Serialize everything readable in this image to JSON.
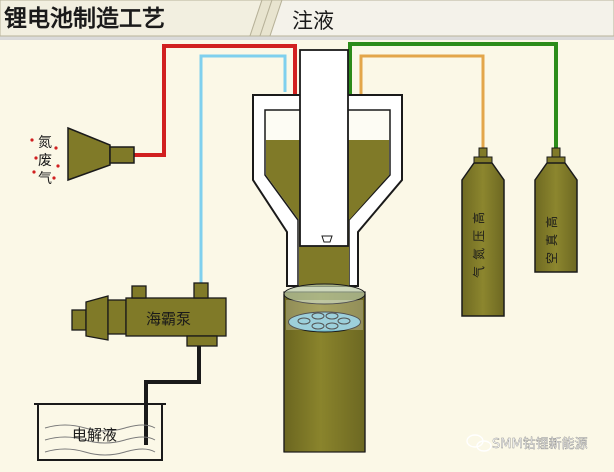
{
  "header": {
    "title": "锂电池制造工艺",
    "subtitle": "注液"
  },
  "labels": {
    "exhaust": [
      "氮",
      "废",
      "气"
    ],
    "pump": "海霸泵",
    "electrolyte": "电解液",
    "tank_nitrogen": [
      "高",
      "压",
      "氮",
      "气"
    ],
    "tank_vacuum": [
      "高",
      "真",
      "空"
    ]
  },
  "watermark": {
    "text": "SMM钴锂新能源"
  },
  "colors": {
    "background": "#fbf8e7",
    "olive": "#807a28",
    "red_line": "#d12020",
    "blue_line": "#7fd0ee",
    "green_line": "#2c8c1a",
    "orange_line": "#e3a64a"
  }
}
